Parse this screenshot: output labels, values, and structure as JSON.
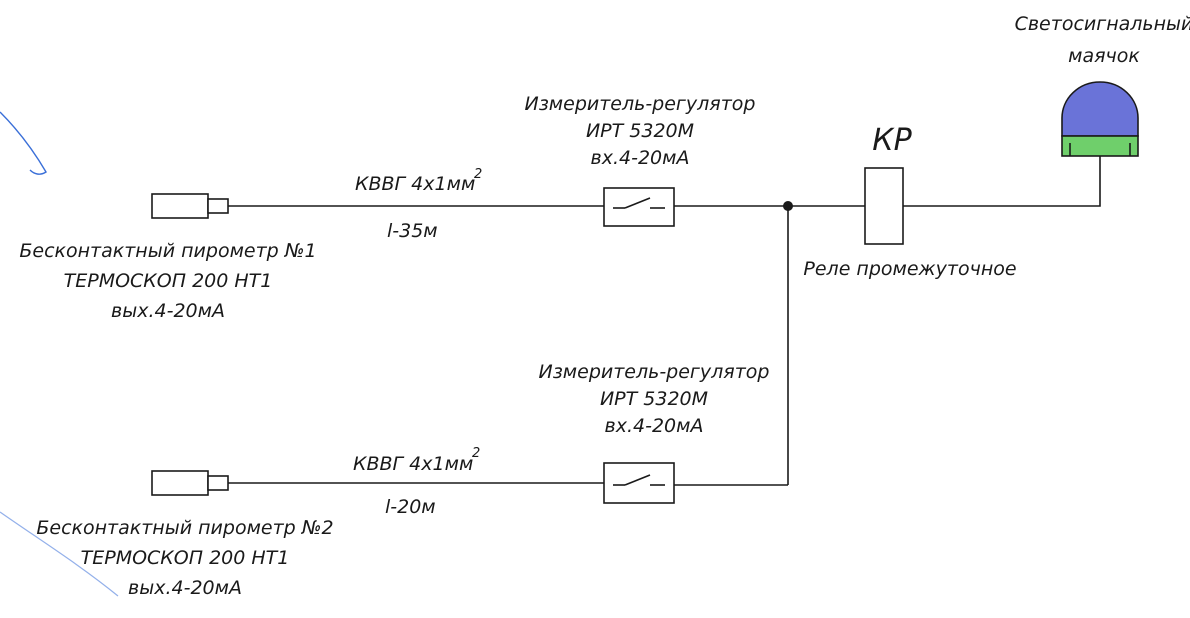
{
  "beacon": {
    "label_line1": "Светосигнальный",
    "label_line2": "маячок",
    "dome_color": "#6a73d8",
    "base_color": "#6fcf6b"
  },
  "relay": {
    "code": "КР",
    "label": "Реле промежуточное"
  },
  "regulator_top": {
    "line1": "Измеритель-регулятор",
    "line2": "ИРТ 5320М",
    "line3": "вх.4-20мА"
  },
  "regulator_bottom": {
    "line1": "Измеритель-регулятор",
    "line2": "ИРТ 5320М",
    "line3": "вх.4-20мА"
  },
  "cable_top": {
    "name": "КВВГ 4х1мм",
    "exponent": "2",
    "length": "l-35м"
  },
  "cable_bottom": {
    "name": "КВВГ 4х1мм",
    "exponent": "2",
    "length": "l-20м"
  },
  "pyrometer_1": {
    "line1": "Бесконтактный пирометр №1",
    "line2": "ТЕРМОСКОП 200   НТ1",
    "line3": "вых.4-20мА"
  },
  "pyrometer_2": {
    "line1": "Бесконтактный пирометр №2",
    "line2": "ТЕРМОСКОП 200   НТ1",
    "line3": "вых.4-20мА"
  },
  "pen_color": "#3a6fd8"
}
